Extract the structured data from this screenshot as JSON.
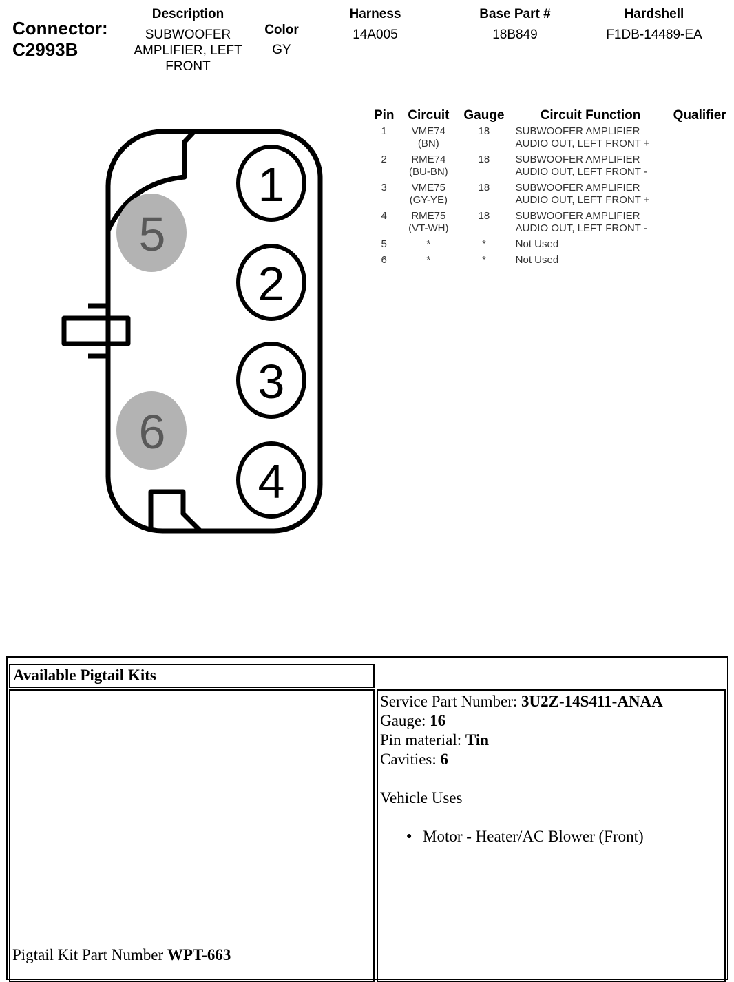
{
  "header": {
    "connector_label": "Connector:",
    "connector_id": "C2993B",
    "description_heading": "Description",
    "description_value": "SUBWOOFER AMPLIFIER, LEFT FRONT",
    "color_heading": "Color",
    "color_value": "GY",
    "harness_heading": "Harness",
    "harness_value": "14A005",
    "base_part_heading": "Base Part #",
    "base_part_value": "18B849",
    "hardshell_heading": "Hardshell",
    "hardshell_value": "F1DB-14489-EA"
  },
  "pin_table": {
    "headers": {
      "pin": "Pin",
      "circuit": "Circuit",
      "gauge": "Gauge",
      "function": "Circuit Function",
      "qualifier": "Qualifier"
    },
    "rows": [
      {
        "pin": "1",
        "circuit": "VME74",
        "circuit_color": "(BN)",
        "gauge": "18",
        "function_1": "SUBWOOFER AMPLIFIER",
        "function_2": "AUDIO OUT, LEFT FRONT +"
      },
      {
        "pin": "2",
        "circuit": "RME74",
        "circuit_color": "(BU-BN)",
        "gauge": "18",
        "function_1": "SUBWOOFER AMPLIFIER",
        "function_2": "AUDIO OUT, LEFT FRONT -"
      },
      {
        "pin": "3",
        "circuit": "VME75",
        "circuit_color": "(GY-YE)",
        "gauge": "18",
        "function_1": "SUBWOOFER AMPLIFIER",
        "function_2": "AUDIO OUT, LEFT FRONT +"
      },
      {
        "pin": "4",
        "circuit": "RME75",
        "circuit_color": "(VT-WH)",
        "gauge": "18",
        "function_1": "SUBWOOFER AMPLIFIER",
        "function_2": "AUDIO OUT, LEFT FRONT -"
      },
      {
        "pin": "5",
        "circuit": "*",
        "circuit_color": "",
        "gauge": "*",
        "function_1": "Not Used",
        "function_2": ""
      },
      {
        "pin": "6",
        "circuit": "*",
        "circuit_color": "",
        "gauge": "*",
        "function_1": "Not Used",
        "function_2": ""
      }
    ]
  },
  "diagram": {
    "used_pins": [
      "1",
      "2",
      "3",
      "4"
    ],
    "unused_pins": [
      "5",
      "6"
    ],
    "unused_fill": "#b3b3b3",
    "unused_text": "#595959"
  },
  "pigtail": {
    "title": "Available Pigtail Kits",
    "kit_label": "Pigtail Kit Part Number",
    "kit_value": "WPT-663",
    "service_label": "Service Part Number:",
    "service_value": "3U2Z-14S411-ANAA",
    "gauge_label": "Gauge:",
    "gauge_value": "16",
    "pin_material_label": "Pin material:",
    "pin_material_value": "Tin",
    "cavities_label": "Cavities:",
    "cavities_value": "6",
    "vehicle_uses_label": "Vehicle Uses",
    "vehicle_uses": [
      "Motor - Heater/AC Blower (Front)"
    ]
  }
}
